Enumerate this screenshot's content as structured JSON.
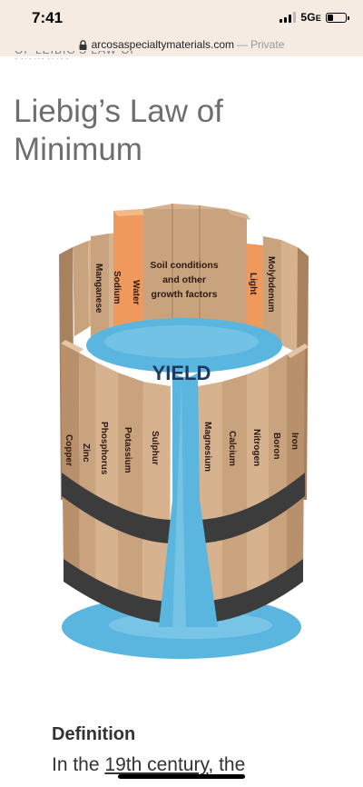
{
  "status_bar": {
    "time": "7:41",
    "network": "5G",
    "network_suffix": "E",
    "battery_percent": 30
  },
  "browser": {
    "domain": "arcosaspecialtymaterials.com",
    "separator": "—",
    "mode": "Private"
  },
  "article": {
    "cut_heading": "OF LEIBIG'S LAW OF MINIMUM",
    "title": "Liebig’s Law of Minimum",
    "section_heading": "Definition",
    "body_before_link": "In the ",
    "body_link": "19th century",
    "body_after_link": ", the"
  },
  "figure": {
    "center_label": "YIELD",
    "back_staves": [
      "Manganese",
      "Sodium",
      "Water"
    ],
    "soil_label_lines": [
      "Soil conditions",
      "and other",
      "growth factors"
    ],
    "right_back_staves": [
      "Light",
      "Molybdenum"
    ],
    "front_left_staves": [
      "Copper",
      "Zinc",
      "Phosphorus",
      "Potassium",
      "Sulphur"
    ],
    "front_right_staves": [
      "Magnesium",
      "Calcium",
      "Nitrogen",
      "Boron",
      "Iron"
    ],
    "colors": {
      "wood": "#c9a27e",
      "wood_light": "#d6b28f",
      "wood_dark": "#a8825f",
      "limiting_stave": "#ef9a5c",
      "water": "#5ab6de",
      "water_light": "#8fd0ec",
      "hoop": "#3c3c3c",
      "text": "#2d1a10",
      "yield_text": "#1b3a60"
    }
  }
}
